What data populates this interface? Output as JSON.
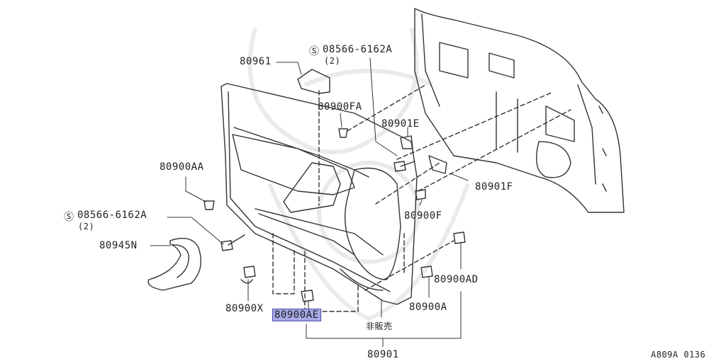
{
  "labels": {
    "p80961": "80961",
    "screw_top": "08566-6162A",
    "screw_top_qty": "(2)",
    "p80900FA": "80900FA",
    "p80901E": "80901E",
    "p80900AA": "80900AA",
    "p80901F": "80901F",
    "p80900F": "80900F",
    "screw_left": "08566-6162A",
    "screw_left_qty": "(2)",
    "p80945N": "80945N",
    "p80900AD": "80900AD",
    "p80900X": "80900X",
    "p80900A": "80900A",
    "p80900AE": "80900AE",
    "not_for_sale": "非販売",
    "p80901": "80901",
    "diagram_code": "A809A 0136"
  },
  "colors": {
    "line": "#333333",
    "highlight": "#a7a8e6"
  }
}
